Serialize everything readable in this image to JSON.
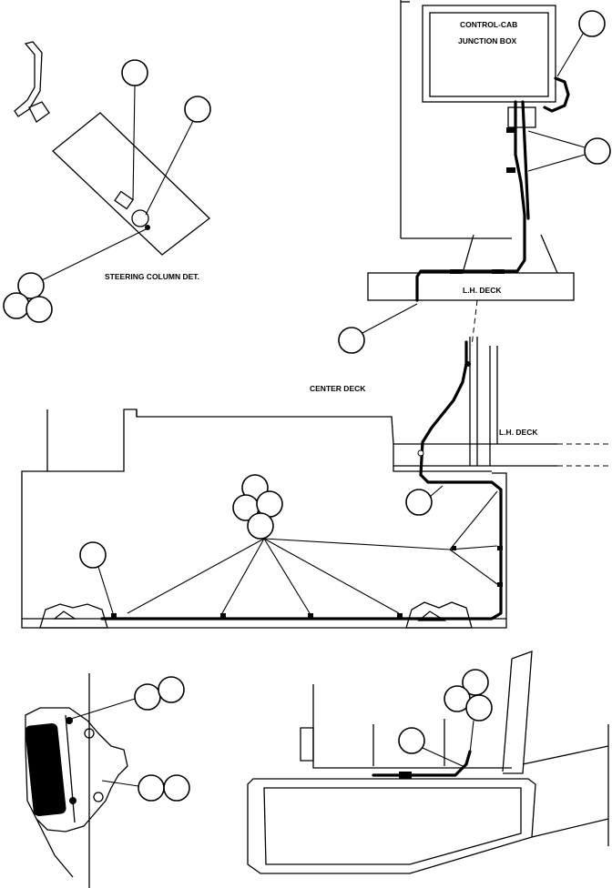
{
  "labels": {
    "junction_box_line1": "CONTROL-CAB",
    "junction_box_line2": "JUNCTION BOX",
    "steering_column": "STEERING COLUMN DET.",
    "lh_deck_top": "L.H. DECK",
    "center_deck": "CENTER DECK",
    "lh_deck_mid": "L.H. DECK"
  }
}
